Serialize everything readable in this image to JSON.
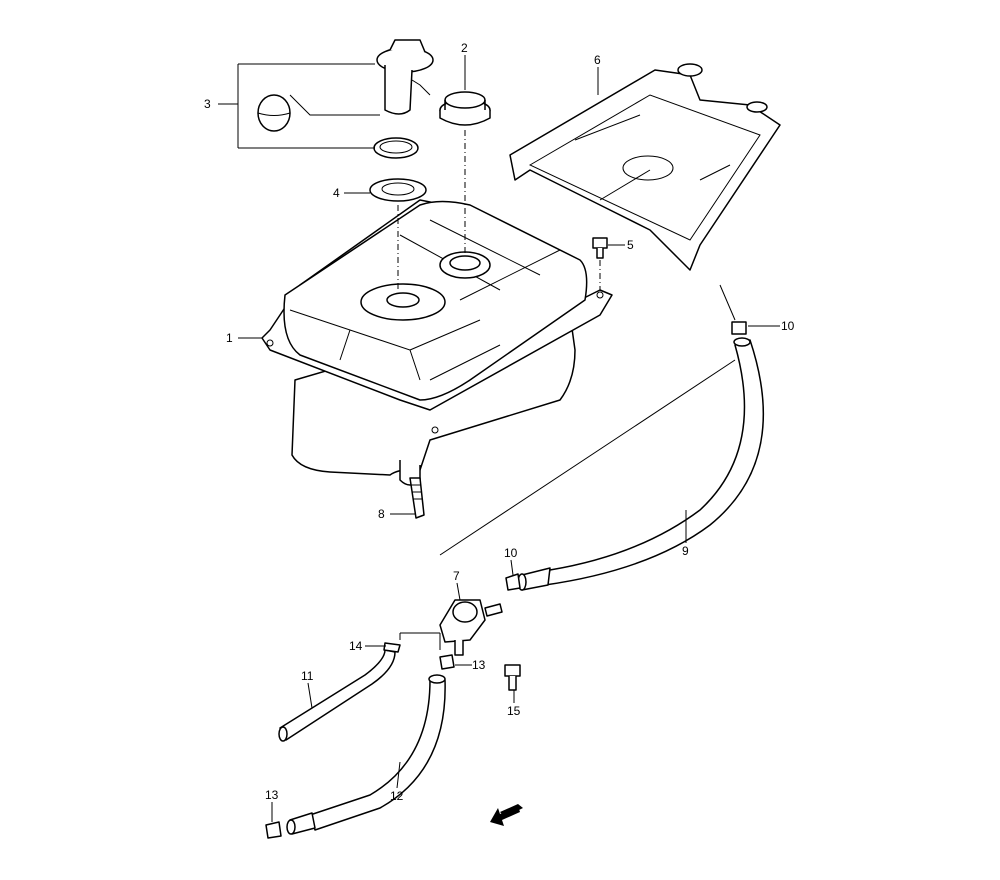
{
  "diagram": {
    "callouts": {
      "c1": "1",
      "c2": "2",
      "c3": "3",
      "c4": "4",
      "c5": "5",
      "c6": "6",
      "c7": "7",
      "c8": "8",
      "c9": "9",
      "c10a": "10",
      "c10b": "10",
      "c11": "11",
      "c12": "12",
      "c13a": "13",
      "c13b": "13",
      "c14": "14",
      "c15": "15"
    },
    "fwd_label": "FWD"
  }
}
